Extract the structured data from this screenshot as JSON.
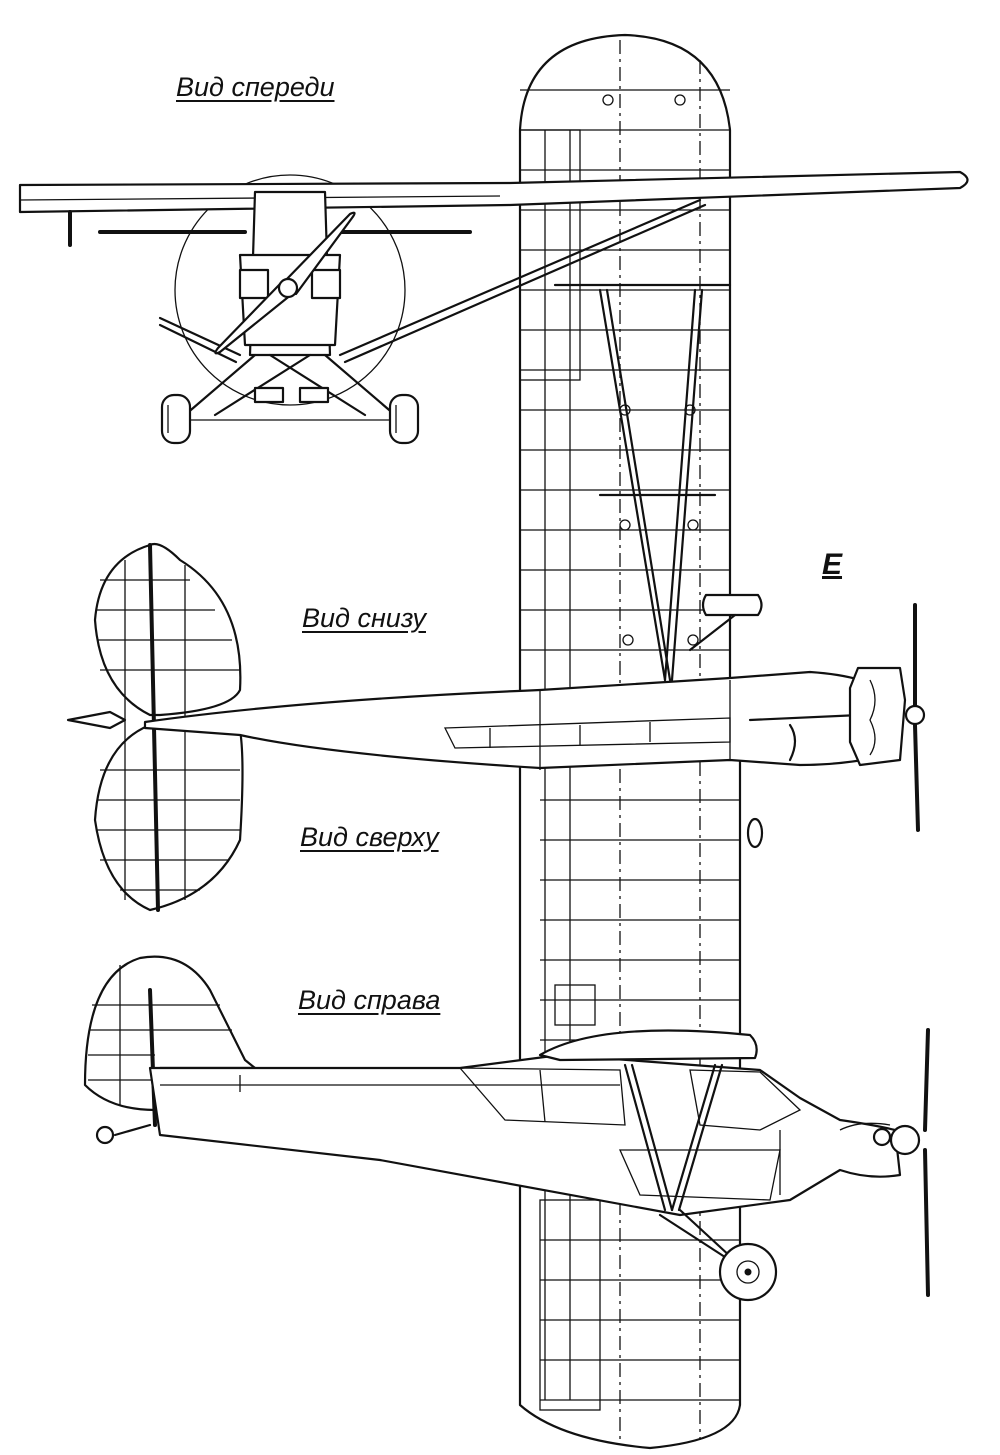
{
  "views": {
    "front": "Вид спереди",
    "bottom": "Вид снизу",
    "top": "Вид сверху",
    "right": "Вид справа"
  },
  "section_mark": "E",
  "icons": [
    "propeller-icon",
    "wheel-icon"
  ],
  "colors": {
    "line": "#111111",
    "background": "#ffffff"
  }
}
